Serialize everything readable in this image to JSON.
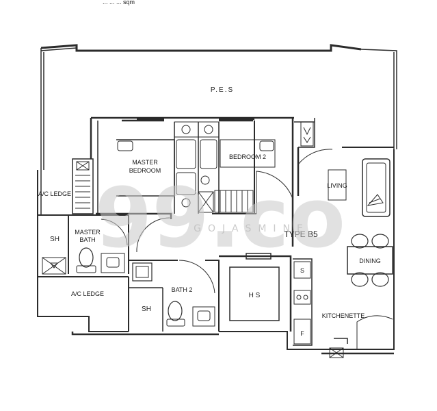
{
  "header_text": "... ... ... sqm",
  "rooms": {
    "pes": "P.E.S",
    "master_bedroom": [
      "MASTER",
      "BEDROOM"
    ],
    "bedroom2": "BEDROOM 2",
    "ac_ledge_left": "A/C LEDGE",
    "sh_left": "SH",
    "master_bath": [
      "MASTER",
      "BATH"
    ],
    "ac_ledge_bottom": "A/C LEDGE",
    "sh_bath2": "SH",
    "bath2": "BATH 2",
    "hs": "H S",
    "living": "LIVING",
    "type": "TYPE B5",
    "dining": "DINING",
    "kitchenette": "KITCHENETTE",
    "fridge": "F",
    "sink": "S"
  },
  "watermark": {
    "main": "99.co",
    "sub": "GOJASMINE"
  }
}
